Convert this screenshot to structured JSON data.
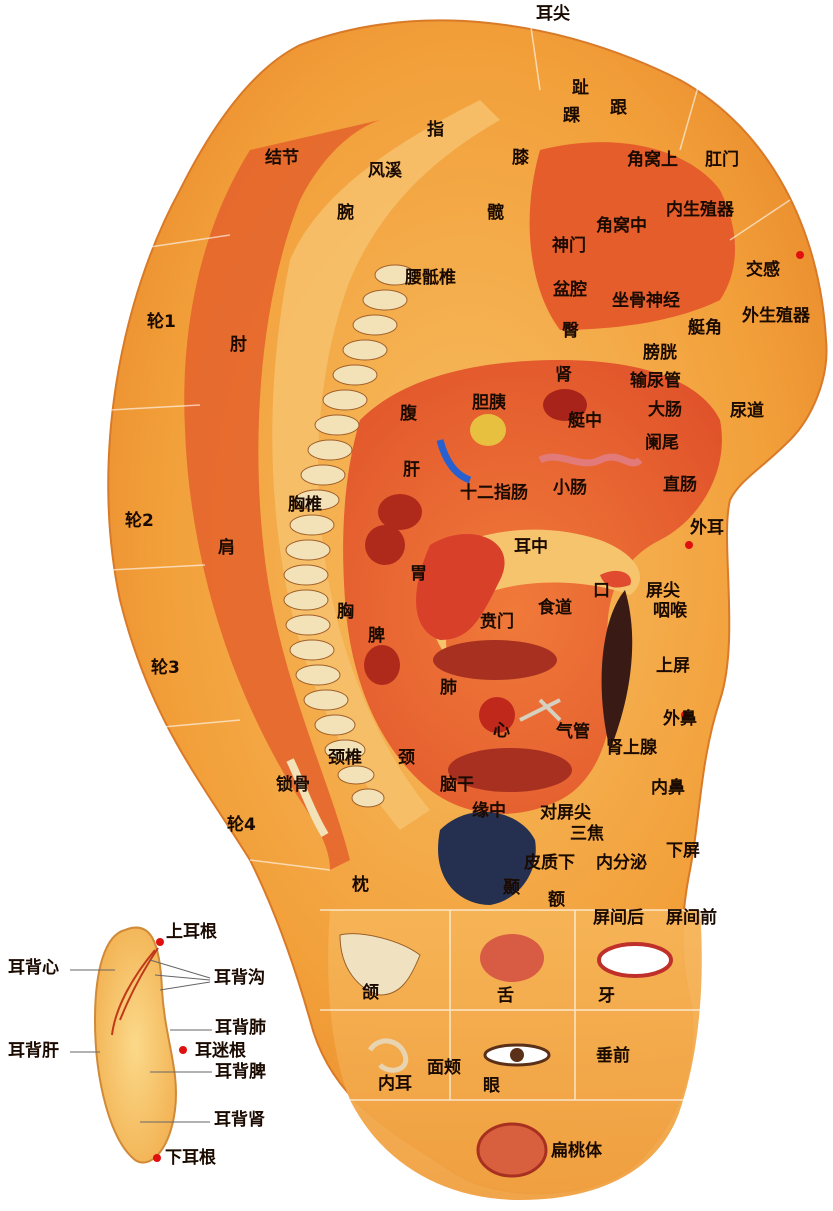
{
  "labels": {
    "ear_apex": "耳尖",
    "toe": "趾",
    "heel": "跟",
    "ankle": "踝",
    "finger": "指",
    "nodule": "结节",
    "wind_stream": "风溪",
    "knee": "膝",
    "upper_triangular_fossa": "角窝上",
    "anus": "肛门",
    "wrist": "腕",
    "hip": "髋",
    "middle_triangular_fossa": "角窝中",
    "internal_genitals": "内生殖器",
    "shenmen": "神门",
    "sympathetic": "交感",
    "lumbosacral_vertebrae": "腰骶椎",
    "pelvis": "盆腔",
    "sciatic_nerve": "坐骨神经",
    "external_genitals": "外生殖器",
    "helix_1": "轮1",
    "gluteus": "臀",
    "cymba_angle": "艇角",
    "elbow": "肘",
    "bladder": "膀胱",
    "kidney": "肾",
    "ureter": "输尿管",
    "abdomen": "腹",
    "gallbladder_pancreas": "胆胰",
    "large_intestine": "大肠",
    "urethra": "尿道",
    "cymba_center": "艇中",
    "appendix": "阑尾",
    "liver": "肝",
    "duodenum": "十二指肠",
    "small_intestine": "小肠",
    "rectum": "直肠",
    "thoracic_vertebrae": "胸椎",
    "helix_2": "轮2",
    "external_ear": "外耳",
    "shoulder": "肩",
    "ear_center": "耳中",
    "stomach": "胃",
    "mouth": "口",
    "tragus_apex": "屏尖",
    "esophagus": "食道",
    "pharynx_larynx": "咽喉",
    "chest": "胸",
    "cardia": "贲门",
    "spleen": "脾",
    "helix_3": "轮3",
    "upper_tragus": "上屏",
    "lung": "肺",
    "external_nose": "外鼻",
    "heart": "心",
    "trachea": "气管",
    "adrenal_gland": "肾上腺",
    "cervical_vertebrae": "颈椎",
    "neck": "颈",
    "clavicle": "锁骨",
    "brainstem": "脑干",
    "internal_nose": "内鼻",
    "antitragus_margin": "缘中",
    "antitragus_apex": "对屏尖",
    "helix_4": "轮4",
    "sanjiao": "三焦",
    "lower_tragus": "下屏",
    "subcortex": "皮质下",
    "endocrine": "内分泌",
    "temple": "颞",
    "occiput": "枕",
    "forehead": "额",
    "posterior_intertragic": "屏间后",
    "anterior_intertragic": "屏间前",
    "jaw": "颌",
    "tongue": "舌",
    "tooth": "牙",
    "inner_ear": "内耳",
    "cheek": "面颊",
    "eye": "眼",
    "anterior_lobe": "垂前",
    "tonsil": "扁桃体"
  },
  "back_ear": {
    "upper_root": "上耳根",
    "back_heart": "耳背心",
    "back_groove": "耳背沟",
    "back_lung": "耳背肺",
    "back_liver": "耳背肝",
    "vagus_root": "耳迷根",
    "back_spleen": "耳背脾",
    "back_kidney": "耳背肾",
    "lower_root": "下耳根"
  },
  "colors": {
    "ear_outer": "#f2a03a",
    "ear_light": "#fbd98a",
    "ear_deep": "#e0522a",
    "organ_red": "#c8331f",
    "point_red": "#e01010",
    "label_text": "#1a0a00"
  }
}
